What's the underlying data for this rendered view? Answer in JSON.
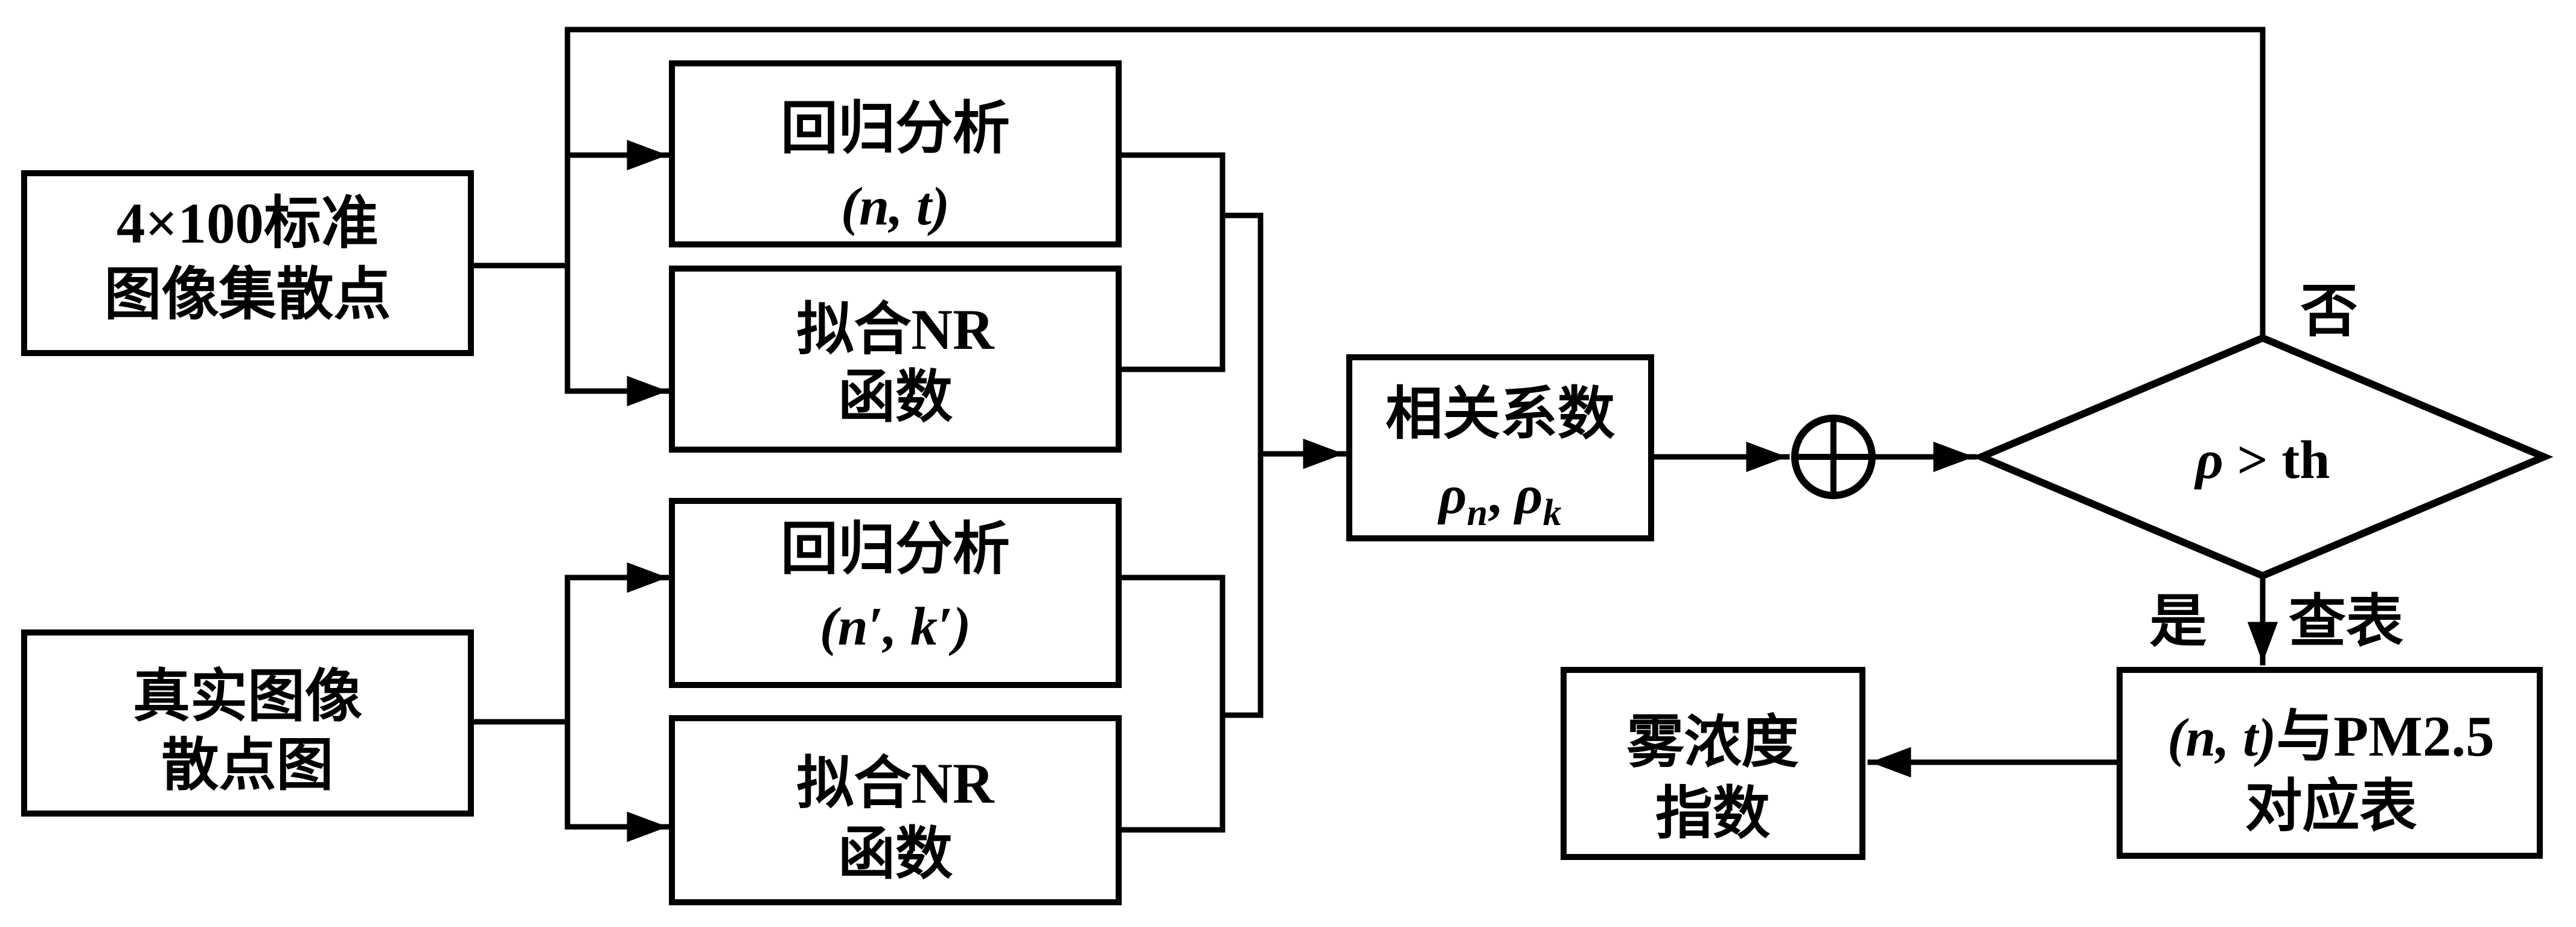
{
  "page": {
    "background_color": "#ffffff",
    "ink_color": "#000000"
  },
  "diagram": {
    "boxes": {
      "standard_set": {
        "line1": "4×100标准",
        "line2": "图像集散点"
      },
      "regression_nt": {
        "line1": "回归分析",
        "line2": "(n, t)"
      },
      "fit_nr_top": {
        "line1": "拟合NR",
        "line2": "函数"
      },
      "real_image": {
        "line1": "真实图像",
        "line2": "散点图"
      },
      "regression_nk": {
        "line1": "回归分析",
        "line2": "(n′, k′)"
      },
      "fit_nr_bottom": {
        "line1": "拟合NR",
        "line2": "函数"
      },
      "correlation": {
        "line1": "相关系数",
        "rho1": "ρ",
        "sub_n": "n",
        "separator": ", ",
        "rho2": "ρ",
        "sub_k": "k"
      },
      "pm25_table": {
        "line1_math": "(n, t)",
        "line1_text": "与PM2.5",
        "line2": "对应表"
      },
      "fog_index": {
        "line1": "雾浓度",
        "line2": "指数"
      }
    },
    "decision": {
      "rho": "ρ",
      "condition": " > th"
    },
    "edge_labels": {
      "no": "否",
      "yes": "是",
      "lookup": "查表"
    },
    "icons": {
      "combine_node": "circle-plus"
    }
  }
}
